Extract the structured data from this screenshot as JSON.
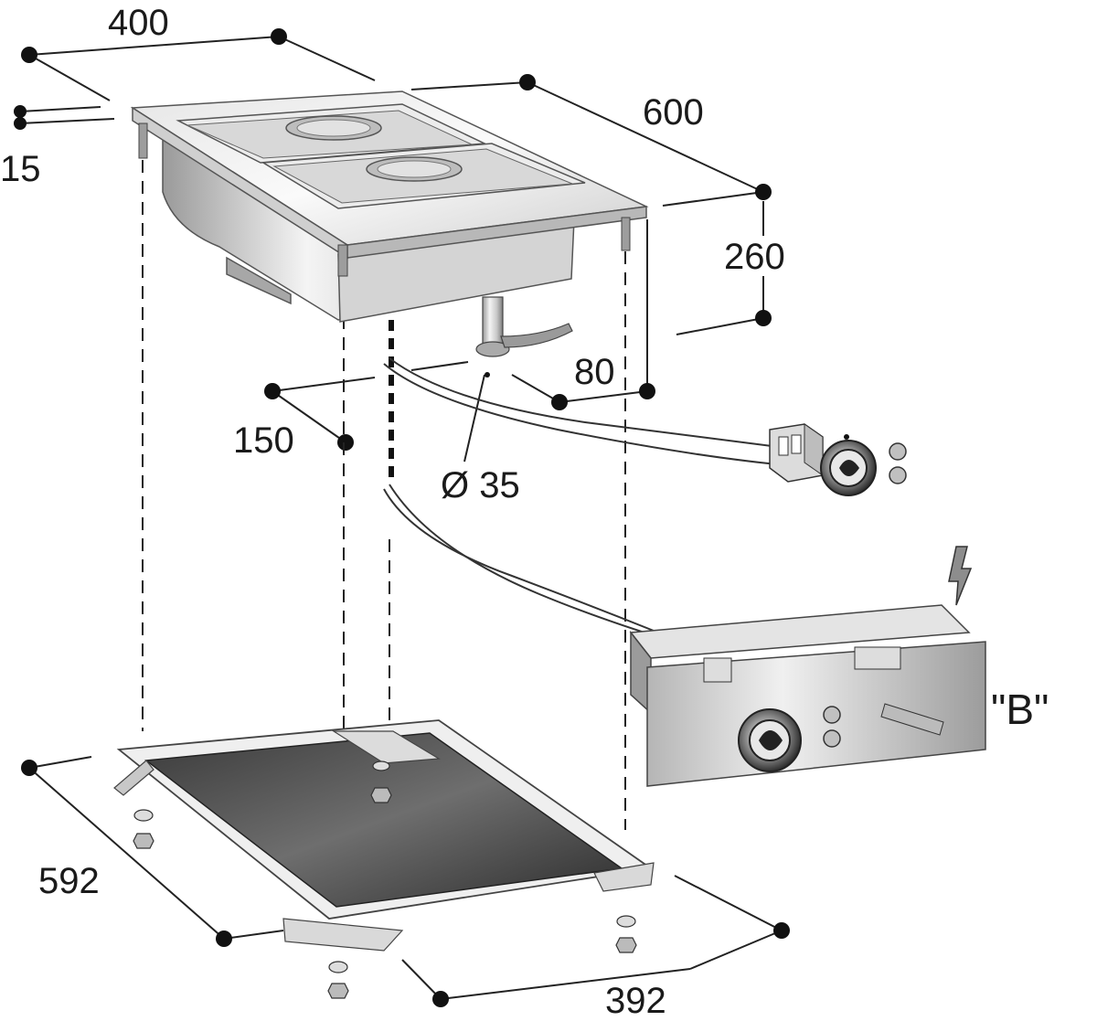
{
  "dimensions": {
    "width_top": "400",
    "depth_top": "600",
    "rim": "15",
    "height": "260",
    "drain_offset_right": "80",
    "drain_offset_left": "150",
    "drain_diameter": "Ø 35",
    "frame_depth": "592",
    "frame_width": "392"
  },
  "labels": {
    "control_box": "\"B\""
  },
  "colors": {
    "steel_light": "#f2f2f2",
    "steel_mid": "#c9c9c9",
    "steel_dark": "#8a8a8a",
    "plate_dark": "#4a4a4a",
    "ink": "#111111"
  },
  "icons": {
    "power": "lightning-bolt-icon"
  }
}
